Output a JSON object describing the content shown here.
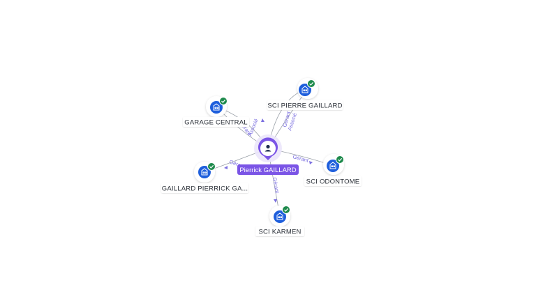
{
  "graph": {
    "center": {
      "name": "Pierrick GAILLARD",
      "icon": "person-icon",
      "color": "#7b55e6"
    },
    "companies": [
      {
        "id": "sci-pierre-gaillard",
        "label": "SCI PIERRE GAILLARD",
        "icon": "building-icon",
        "status_icon": "check-icon"
      },
      {
        "id": "garage-central",
        "label": "GARAGE CENTRAL",
        "icon": "building-icon",
        "status_icon": "check-icon"
      },
      {
        "id": "gaillard-pierrick-ga",
        "label": "GAILLARD PIERRICK GA...",
        "icon": "building-icon",
        "status_icon": "check-icon"
      },
      {
        "id": "sci-odontome",
        "label": "SCI ODONTOME",
        "icon": "building-icon",
        "status_icon": "check-icon"
      },
      {
        "id": "sci-karmen",
        "label": "SCI KARMEN",
        "icon": "building-icon",
        "status_icon": "check-icon"
      }
    ],
    "edges": [
      {
        "from": "center",
        "to": "sci-pierre-gaillard",
        "labels": [
          "Gérant",
          "Associé"
        ]
      },
      {
        "from": "center",
        "to": "garage-central",
        "labels": [
          "Gérant",
          "Associé"
        ]
      },
      {
        "from": "center",
        "to": "gaillard-pierrick-ga",
        "labels": [
          "Gérant"
        ]
      },
      {
        "from": "center",
        "to": "sci-odontome",
        "labels": [
          "Gérant"
        ]
      },
      {
        "from": "center",
        "to": "sci-karmen",
        "labels": [
          "Gérant"
        ]
      }
    ],
    "colors": {
      "company_blue": "#1f5fdc",
      "check_green": "#1e8a4c",
      "edge": "#9aa0a8",
      "edge_label": "#7b6fe0",
      "person_purple": "#7b55e6"
    }
  }
}
